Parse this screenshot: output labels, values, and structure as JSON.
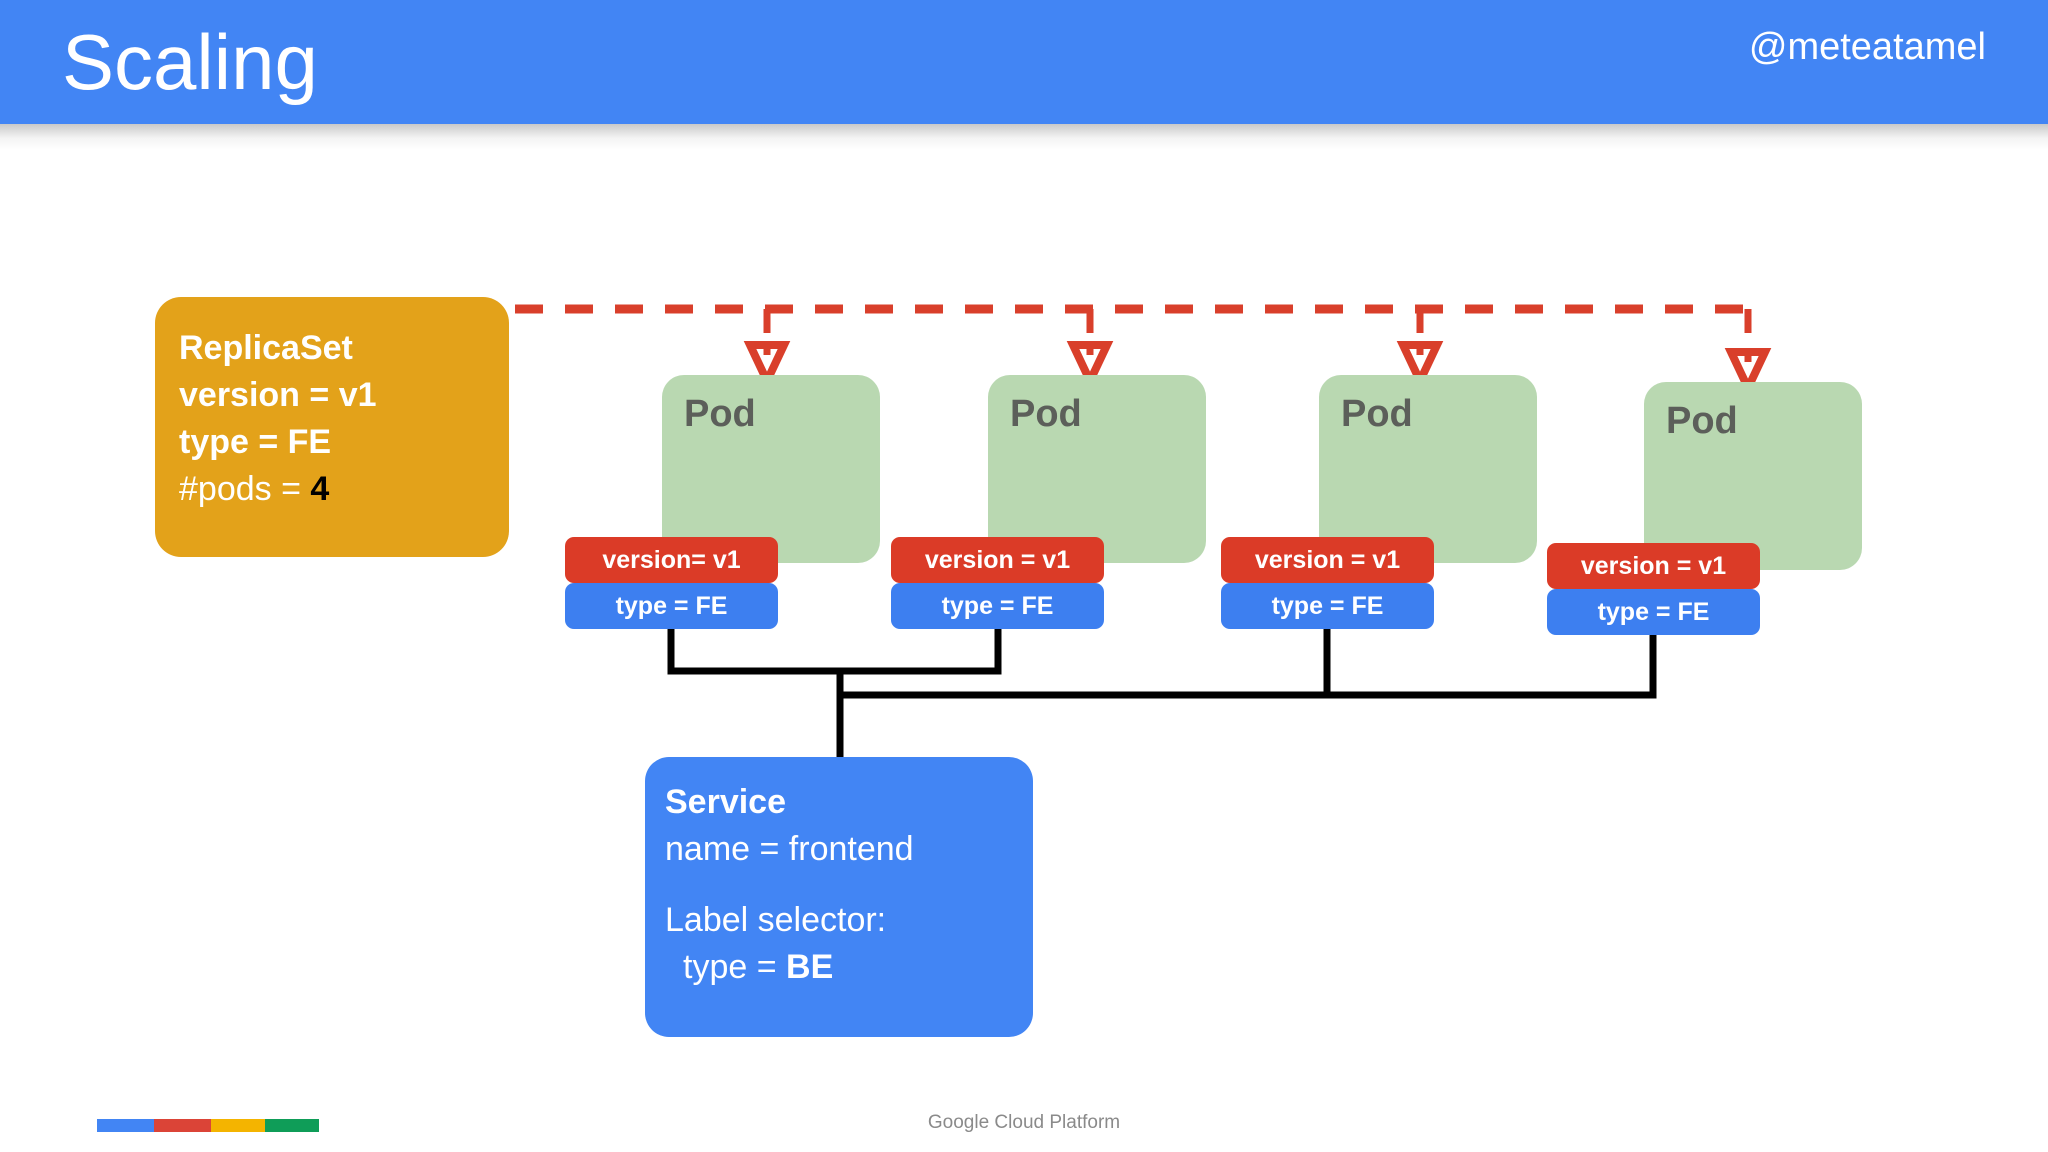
{
  "header": {
    "title": "Scaling",
    "handle": "@meteatamel",
    "bar_color": "#4285f4"
  },
  "replicaset": {
    "title": "ReplicaSet",
    "version_line": "version = v1",
    "type_line": "type = FE",
    "pods_label": "#pods = ",
    "pods_count": "4",
    "color": "#e3a21a"
  },
  "pods": [
    {
      "label": "Pod",
      "version": "version= v1",
      "type": "type = FE"
    },
    {
      "label": "Pod",
      "version": "version = v1",
      "type": "type = FE"
    },
    {
      "label": "Pod",
      "version": "version = v1",
      "type": "type = FE"
    },
    {
      "label": "Pod",
      "version": "version = v1",
      "type": "type = FE"
    }
  ],
  "pod_style": {
    "box_color": "#b9d8b1",
    "version_chip_color": "#db3b27",
    "type_chip_color": "#3d7ff0"
  },
  "service": {
    "title": "Service",
    "name_line": "name = frontend",
    "selector_label": "Label selector:",
    "selector_key": "type = ",
    "selector_value": "BE",
    "color": "#4285f4"
  },
  "connector": {
    "replicaset_link_color": "#d93f2b",
    "service_link_color": "#000000"
  },
  "footer": {
    "text": "Google Cloud Platform",
    "logo_colors": [
      "#4285f4",
      "#db4437",
      "#f4b400",
      "#0f9d58"
    ]
  }
}
